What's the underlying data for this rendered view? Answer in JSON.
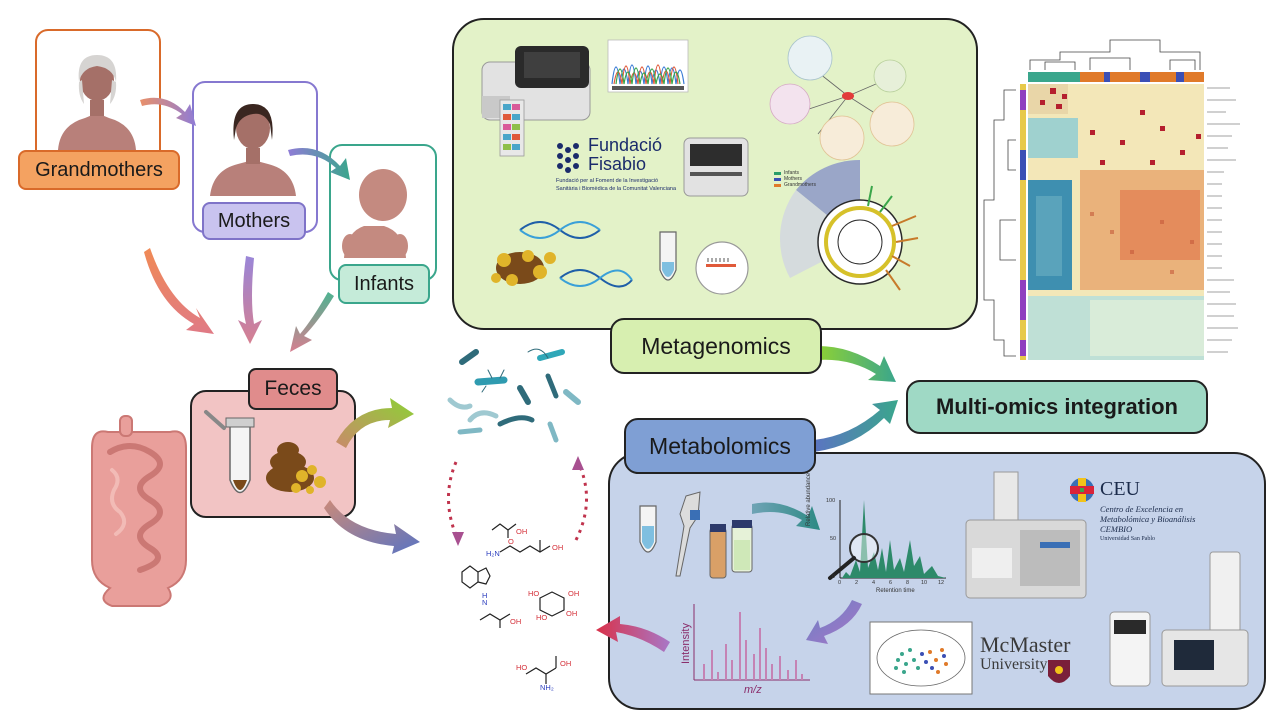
{
  "family": {
    "grandmothers": "Grandmothers",
    "mothers": "Mothers",
    "infants": "Infants"
  },
  "feces": "Feces",
  "metagenomics": {
    "label": "Metagenomics",
    "institution_name": "Fundació\nFisabio",
    "institution_line1": "Fundació per al Foment de la Investigació",
    "institution_line2": "Sanitària i Biomèdica de la Comunitat Valenciana",
    "legend": [
      "Infants",
      "Mothers",
      "Grandmothers"
    ]
  },
  "metabolomics": {
    "label": "Metabolomics",
    "ceu_name": "CEU",
    "ceu_line1": "Centro de Excelencia en",
    "ceu_line2": "Metabolómica y Bioanálisis",
    "ceu_line3": "CEMBIO",
    "ceu_line4": "Universidad San Pablo",
    "mcmaster_line1": "McMaster",
    "mcmaster_line2": "University",
    "chromatogram_ylabel": "Relative abundance",
    "chromatogram_xlabel": "Retention time",
    "chromatogram_xticks": [
      "0",
      "2",
      "4",
      "6",
      "8",
      "10",
      "12"
    ],
    "chromatogram_yticks": [
      "0",
      "50",
      "100"
    ],
    "ms_ylabel": "Intensity",
    "ms_xlabel": "m/z"
  },
  "integration": "Multi-omics integration",
  "colors": {
    "grandmothers": "#f4a261",
    "mothers": "#c9c3ef",
    "infants": "#c5ebd9",
    "feces": "#e08c8c",
    "metagenomics_bg": "#e3f2c8",
    "metagenomics_label": "#d7efb0",
    "metabolomics_bg": "#c6d3ea",
    "metabolomics_label": "#7f9fd4",
    "integration_bg": "#9fd9c5"
  }
}
